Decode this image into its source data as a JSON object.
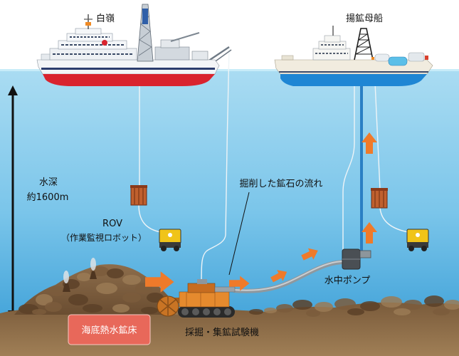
{
  "ships": {
    "research_vessel": "白嶺",
    "mothership": "揚鉱母船"
  },
  "depth": {
    "label": "水深",
    "value": "約1600m"
  },
  "rov": {
    "label": "ROV",
    "description": "（作業監視ロボット）"
  },
  "ore_flow_label": "掘削した鉱石の流れ",
  "pump_label": "水中ポンプ",
  "deposit_label": "海底熱水鉱床",
  "machine_label": "採掘・集鉱試験機",
  "colors": {
    "flow_arrow": "#ef7a2a",
    "deposit_box": "#e8685a",
    "riser_pipe": "#2a7fc4"
  }
}
